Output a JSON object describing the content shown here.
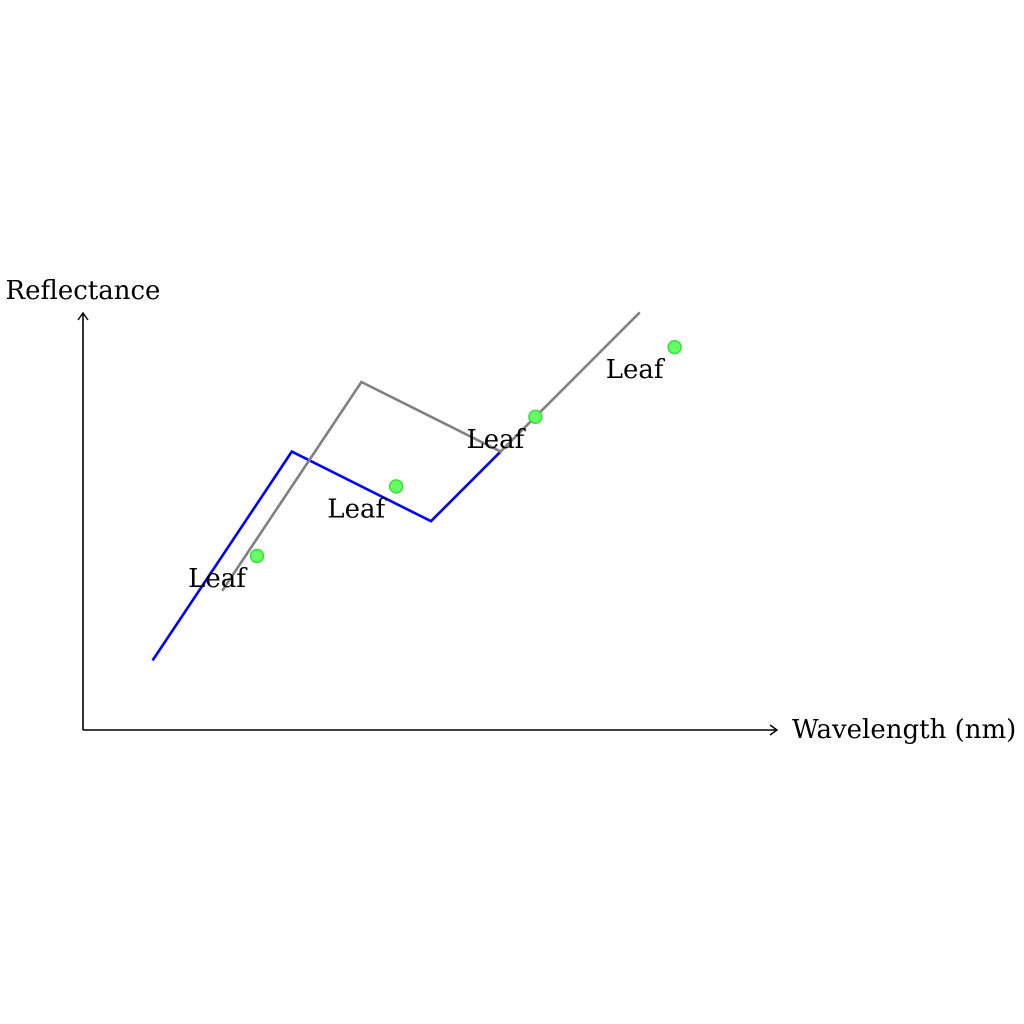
{
  "chart_data": {
    "type": "line",
    "xlabel": "Wavelength (nm)",
    "ylabel": "Reflectance",
    "xlim": [
      0,
      10
    ],
    "ylim": [
      0,
      6
    ],
    "grid": false,
    "legend": "none",
    "series": [
      {
        "color": "#0000ff",
        "x": [
          1,
          3,
          5,
          6
        ],
        "y": [
          1,
          4,
          3,
          4
        ]
      },
      {
        "color": "#808080",
        "x": [
          2,
          4,
          6,
          8
        ],
        "y": [
          2,
          5,
          4,
          6
        ]
      }
    ],
    "points": {
      "color": "#66ff66",
      "x": [
        2.5,
        4.5,
        6.5,
        8.5
      ],
      "y": [
        2.5,
        3.5,
        4.5,
        5.5
      ],
      "labels": [
        "Leaf",
        "Leaf",
        "Leaf",
        "Leaf"
      ]
    }
  }
}
